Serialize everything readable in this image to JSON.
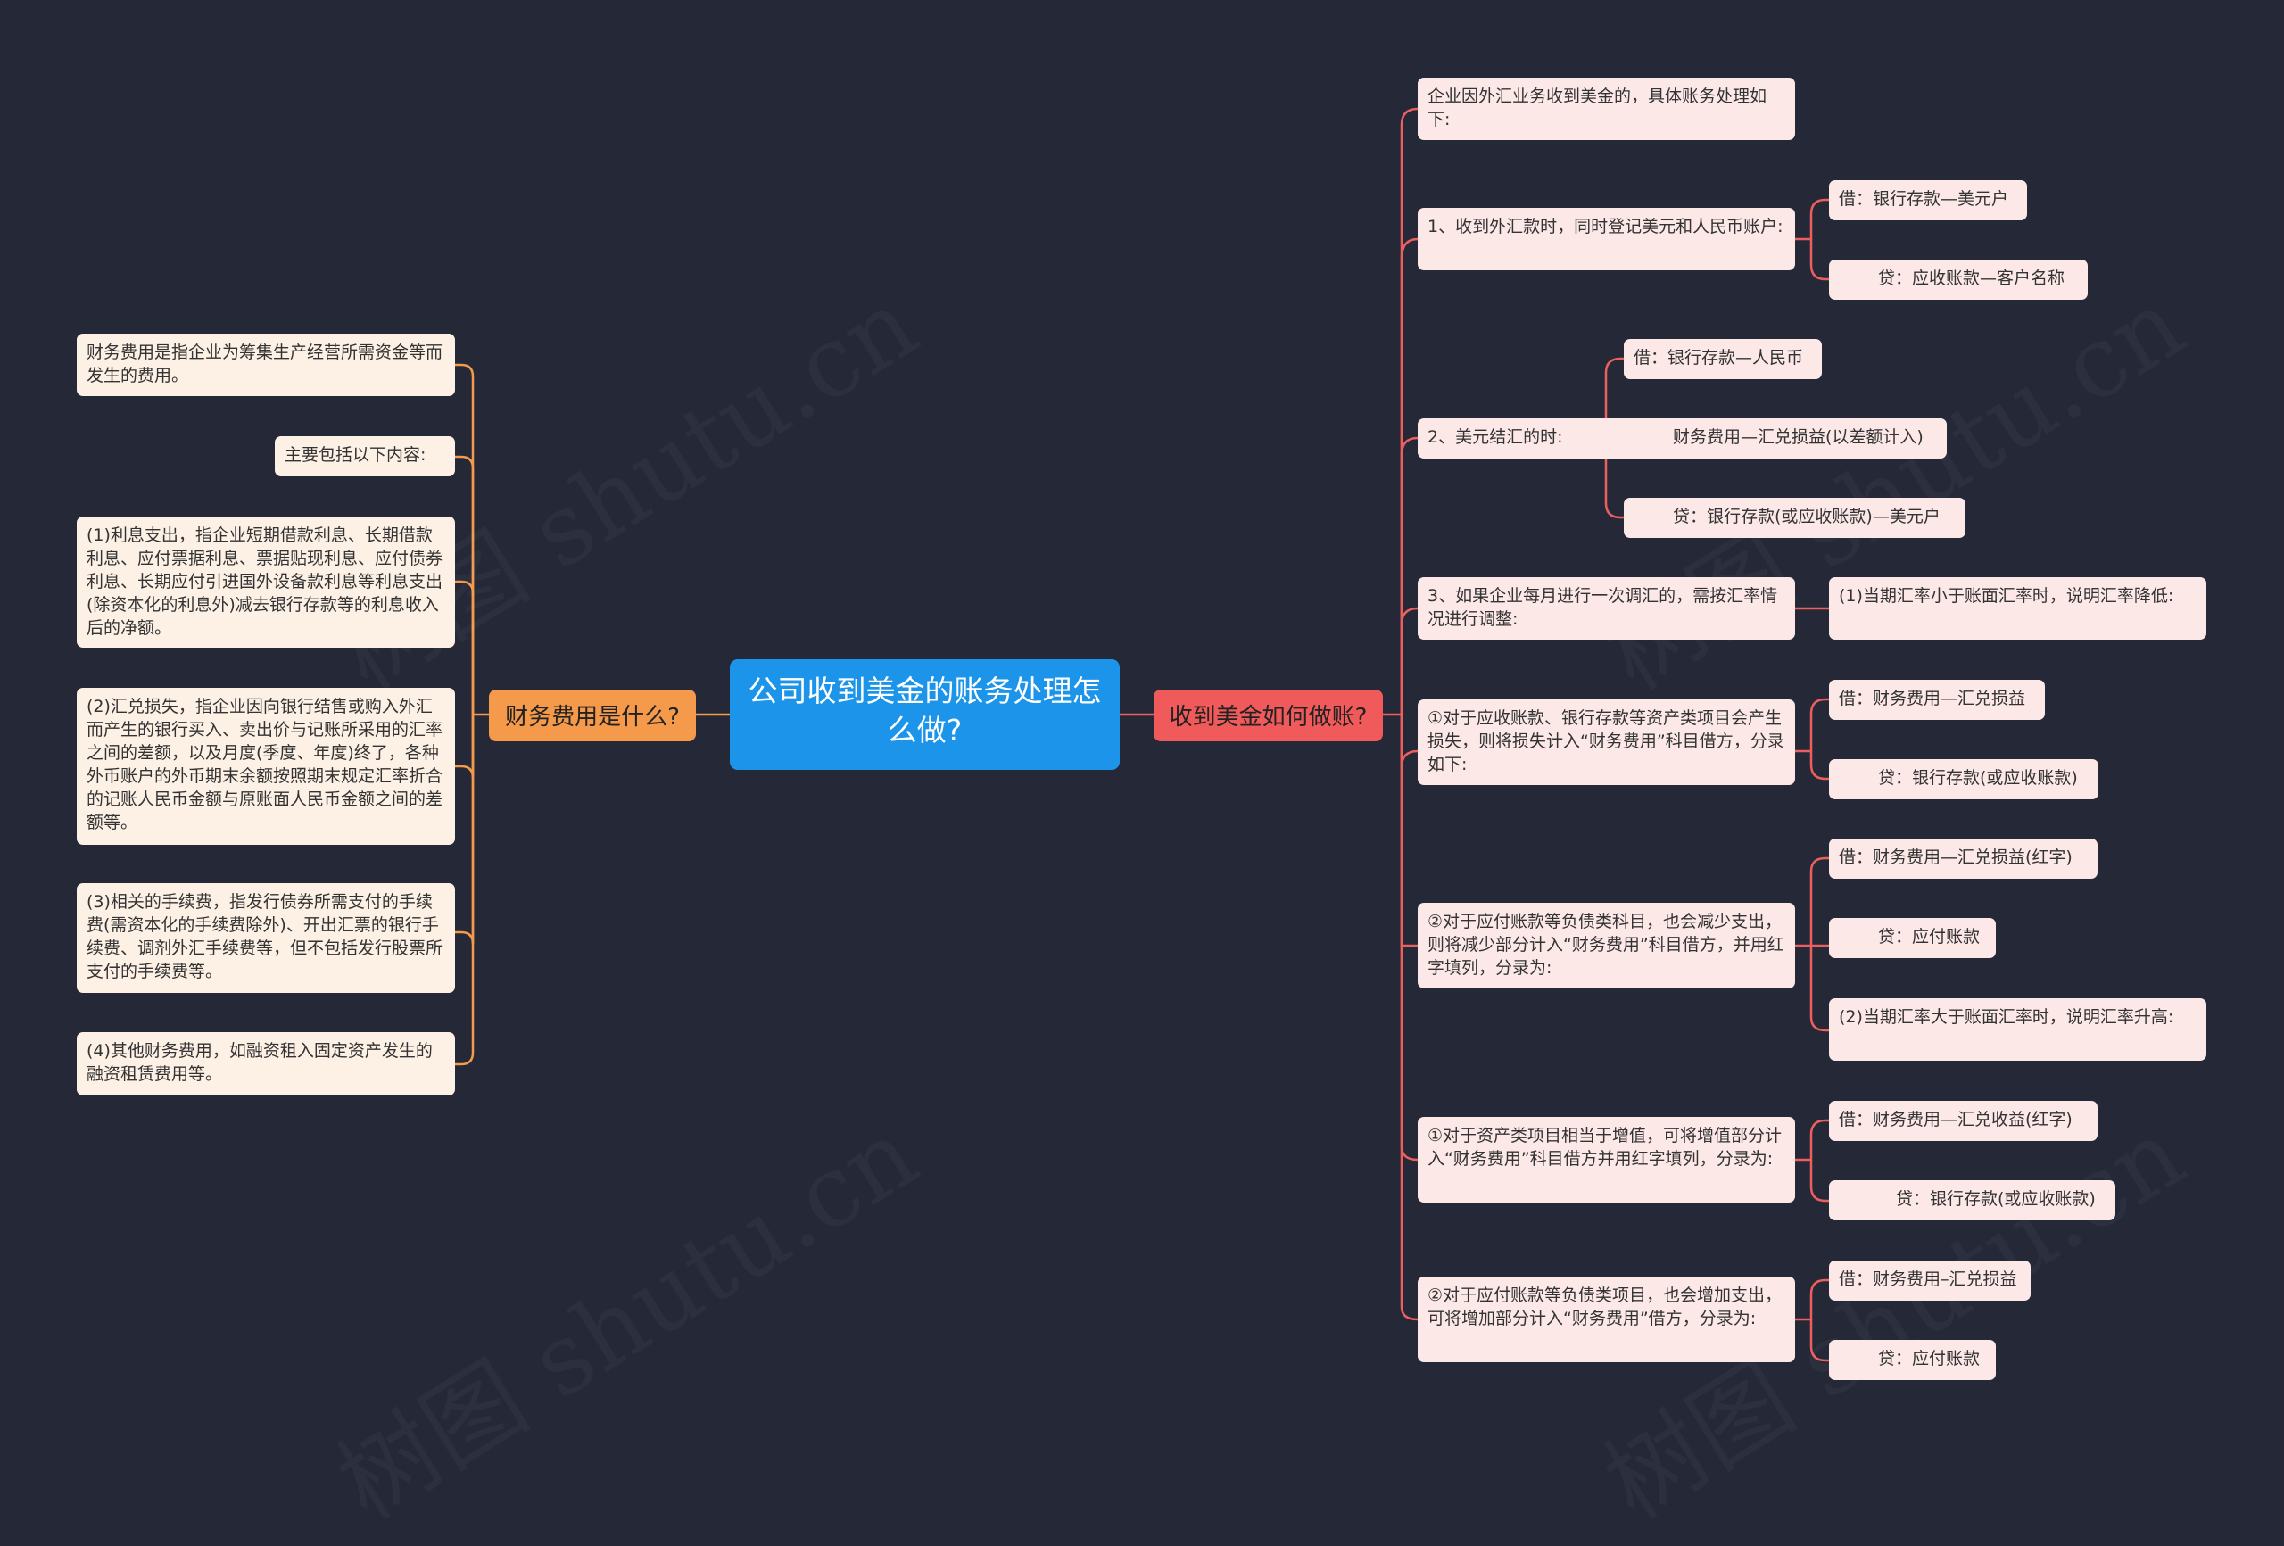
{
  "colors": {
    "background": "#242837",
    "root": "#1b94ea",
    "left_branch": "#f59a4a",
    "right_branch": "#f05a5a",
    "left_line": "#f59a4a",
    "right_line": "#ec5f5f"
  },
  "root": {
    "text": "公司收到美金的账务处理怎么做?"
  },
  "left": {
    "label": "财务费用是什么?",
    "items": [
      "财务费用是指企业为筹集生产经营所需资金等而发生的费用。",
      "主要包括以下内容:",
      "(1)利息支出，指企业短期借款利息、长期借款利息、应付票据利息、票据贴现利息、应付债券利息、长期应付引进国外设备款利息等利息支出(除资本化的利息外)减去银行存款等的利息收入后的净额。",
      "(2)汇兑损失，指企业因向银行结售或购入外汇而产生的银行买入、卖出价与记账所采用的汇率之间的差额，以及月度(季度、年度)终了，各种外币账户的外币期末余额按照期末规定汇率折合的记账人民币金额与原账面人民币金额之间的差额等。",
      "(3)相关的手续费，指发行债券所需支付的手续费(需资本化的手续费除外)、开出汇票的银行手续费、调剂外汇手续费等，但不包括发行股票所支付的手续费等。",
      "(4)其他财务费用，如融资租入固定资产发生的融资租赁费用等。"
    ]
  },
  "right": {
    "label": "收到美金如何做账?",
    "items": [
      {
        "text": "企业因外汇业务收到美金的，具体账务处理如下:",
        "children": []
      },
      {
        "text": "1、收到外汇款时，同时登记美元和人民币账户:",
        "children": [
          "借：银行存款—美元户",
          "贷：应收账款—客户名称"
        ]
      },
      {
        "text": "2、美元结汇的时:",
        "children": [
          "借：银行存款—人民币",
          "财务费用—汇兑损益(以差额计入)",
          "贷：银行存款(或应收账款)—美元户"
        ]
      },
      {
        "text": "3、如果企业每月进行一次调汇的，需按汇率情况进行调整:",
        "children": [
          "(1)当期汇率小于账面汇率时，说明汇率降低:"
        ]
      },
      {
        "text": "①对于应收账款、银行存款等资产类项目会产生损失，则将损失计入“财务费用”科目借方，分录如下:",
        "children": [
          "借：财务费用—汇兑损益",
          "贷：银行存款(或应收账款)"
        ]
      },
      {
        "text": "②对于应付账款等负债类科目，也会减少支出，则将减少部分计入“财务费用”科目借方，并用红字填列，分录为:",
        "children": [
          "借：财务费用—汇兑损益(红字)",
          "贷：应付账款",
          "(2)当期汇率大于账面汇率时，说明汇率升高:"
        ]
      },
      {
        "text": "①对于资产类项目相当于增值，可将增值部分计入“财务费用”科目借方并用红字填列，分录为:",
        "children": [
          "借：财务费用—汇兑收益(红字)",
          "贷：银行存款(或应收账款)"
        ]
      },
      {
        "text": "②对于应付账款等负债类项目，也会增加支出，可将增加部分计入“财务费用”借方，分录为:",
        "children": [
          "借：财务费用–汇兑损益",
          "贷：应付账款"
        ]
      }
    ]
  }
}
